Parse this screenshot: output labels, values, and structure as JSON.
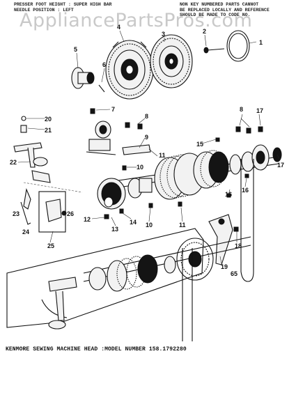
{
  "watermark": "AppliancePartsPros.com",
  "notes": {
    "left": [
      "PRESSER FOOT HEIGHT : SUPER HIGH BAR",
      "NEEDLE POSITION : LEFT"
    ],
    "right": [
      "NON KEY NUMBERED PARTS CANNOT",
      "BE REPLACED LOCALLY AND REFERENCE",
      "SHOULD BE MADE TO CODE NO."
    ]
  },
  "caption": "KENMORE SEWING MACHINE HEAD :MODEL NUMBER 158.1792280",
  "callouts": {
    "c1": "1",
    "c2": "2",
    "c3": "3",
    "c4": "4",
    "c5": "5",
    "c6": "6",
    "c7": "7",
    "c8a": "8",
    "c8b": "8",
    "c9": "9",
    "c10a": "10",
    "c10b": "10",
    "c11a": "11",
    "c11b": "11",
    "c12": "12",
    "c13": "13",
    "c14": "14",
    "c15": "15",
    "c16a": "16",
    "c16b": "16",
    "c17a": "17",
    "c17b": "17",
    "c18": "18",
    "c19": "19",
    "c20": "20",
    "c21": "21",
    "c22": "22",
    "c23": "23",
    "c24": "24",
    "c25": "25",
    "c26": "26",
    "c65": "65"
  }
}
